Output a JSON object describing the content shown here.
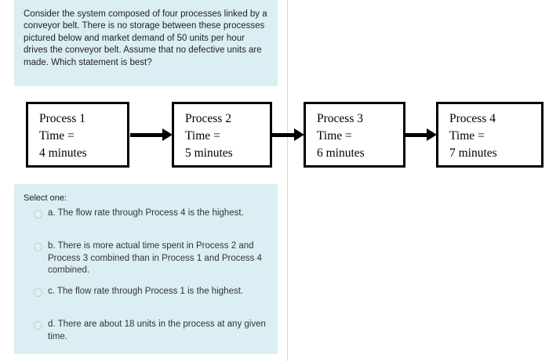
{
  "question": {
    "stem": "Consider the system composed of four processes linked by a conveyor belt. There is no storage between these processes pictured below and market demand of 50 units per hour drives the conveyor belt. Assume that no defective units are made. Which statement is best?",
    "select_label": "Select one:"
  },
  "diagram": {
    "processes": [
      {
        "name": "Process 1",
        "time_label": "Time =",
        "time_value": "4 minutes"
      },
      {
        "name": "Process 2",
        "time_label": "Time =",
        "time_value": "5 minutes"
      },
      {
        "name": "Process 3",
        "time_label": "Time =",
        "time_value": "6 minutes"
      },
      {
        "name": "Process 4",
        "time_label": "Time =",
        "time_value": "7 minutes"
      }
    ]
  },
  "options": [
    {
      "id": "a",
      "text": "a. The flow rate through Process 4 is the highest."
    },
    {
      "id": "b",
      "text": "b. There is more actual time spent in Process 2 and Process 3 combined than in Process 1 and Process 4 combined."
    },
    {
      "id": "c",
      "text": "c. The flow rate through Process 1 is the highest."
    },
    {
      "id": "d",
      "text": "d. There are about 18 units in the process at any given time."
    }
  ],
  "colors": {
    "panel_bg": "#dbeef3",
    "text": "#222222",
    "line": "#000000"
  }
}
